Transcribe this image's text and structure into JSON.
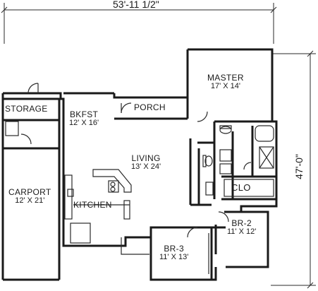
{
  "dimensions": {
    "width": "53'-11 1/2\"",
    "depth": "47'-0\""
  },
  "rooms": {
    "master": {
      "name": "MASTER",
      "size": "17' X 14'"
    },
    "storage": {
      "name": "STORAGE",
      "size": ""
    },
    "bkfst": {
      "name": "BKFST",
      "size": "12' X 16'"
    },
    "porch": {
      "name": "PORCH",
      "size": ""
    },
    "living": {
      "name": "LIVING",
      "size": "13' X 24'"
    },
    "carport": {
      "name": "CARPORT",
      "size": "12' X 21'"
    },
    "kitchen": {
      "name": "KITCHEN",
      "size": ""
    },
    "clo": {
      "name": "CLO",
      "size": ""
    },
    "br2": {
      "name": "BR-2",
      "size": "11' X 12'"
    },
    "br3": {
      "name": "BR-3",
      "size": "11' X 13'"
    }
  },
  "colors": {
    "wall": "#1a1a1a",
    "line": "#2a2a2a",
    "background": "#ffffff"
  }
}
